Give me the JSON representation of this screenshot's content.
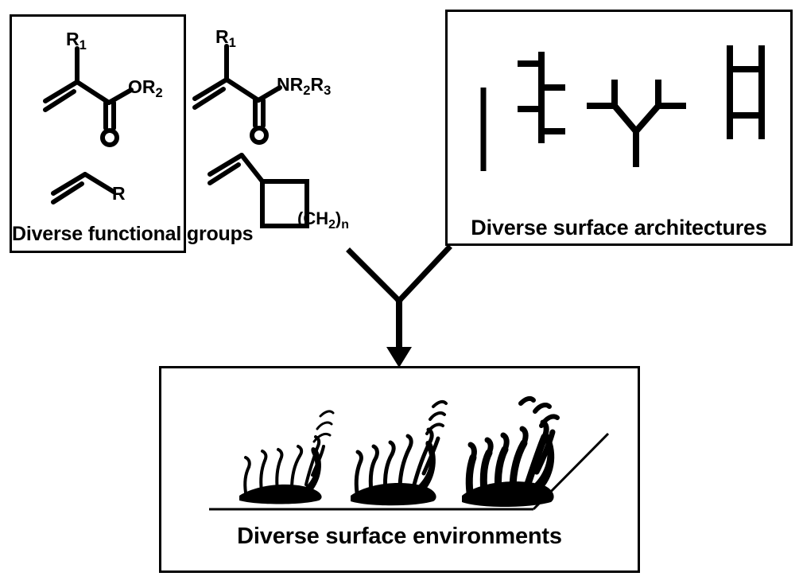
{
  "diagram": {
    "title": "Diverse surface environments from diverse functional groups and surface architectures",
    "line_color": "#000000",
    "background_color": "#ffffff"
  },
  "panels": {
    "functional_groups": {
      "caption": "Diverse functional groups",
      "monomers": [
        {
          "name": "methacrylate-ester",
          "labels": {
            "alpha": "R",
            "alpha_sub": "1",
            "ester": "OR",
            "ester_sub": "2",
            "carbonyl": "O"
          }
        },
        {
          "name": "methacrylamide",
          "labels": {
            "alpha": "R",
            "alpha_sub": "1",
            "amide": "NR",
            "amide_sub_1": "2",
            "amide_r": "R",
            "amide_sub_2": "3",
            "carbonyl": "O"
          }
        },
        {
          "name": "vinyl-substituted",
          "labels": {
            "substituent": "R"
          }
        },
        {
          "name": "vinyl-cycloalkane",
          "labels": {
            "ring": "(CH",
            "ring_sub": "2",
            "ring_close": ")",
            "ring_n": "n"
          }
        }
      ]
    },
    "architectures": {
      "caption": "Diverse surface architectures",
      "types": [
        {
          "name": "linear-chain"
        },
        {
          "name": "comb-graft-chain"
        },
        {
          "name": "branched-dendritic-chain"
        },
        {
          "name": "ladder-cyclic-chain"
        }
      ]
    },
    "environments": {
      "caption": "Diverse surface environments",
      "brushes": [
        {
          "name": "low-density-brush",
          "density": "low"
        },
        {
          "name": "medium-density-brush",
          "density": "medium"
        },
        {
          "name": "high-density-brush",
          "density": "high"
        }
      ],
      "substrate": {
        "name": "substrate-surface"
      }
    }
  },
  "connector": {
    "name": "convergence-arrow",
    "direction": "down",
    "from": [
      "functional_groups",
      "architectures"
    ],
    "to": "environments"
  }
}
